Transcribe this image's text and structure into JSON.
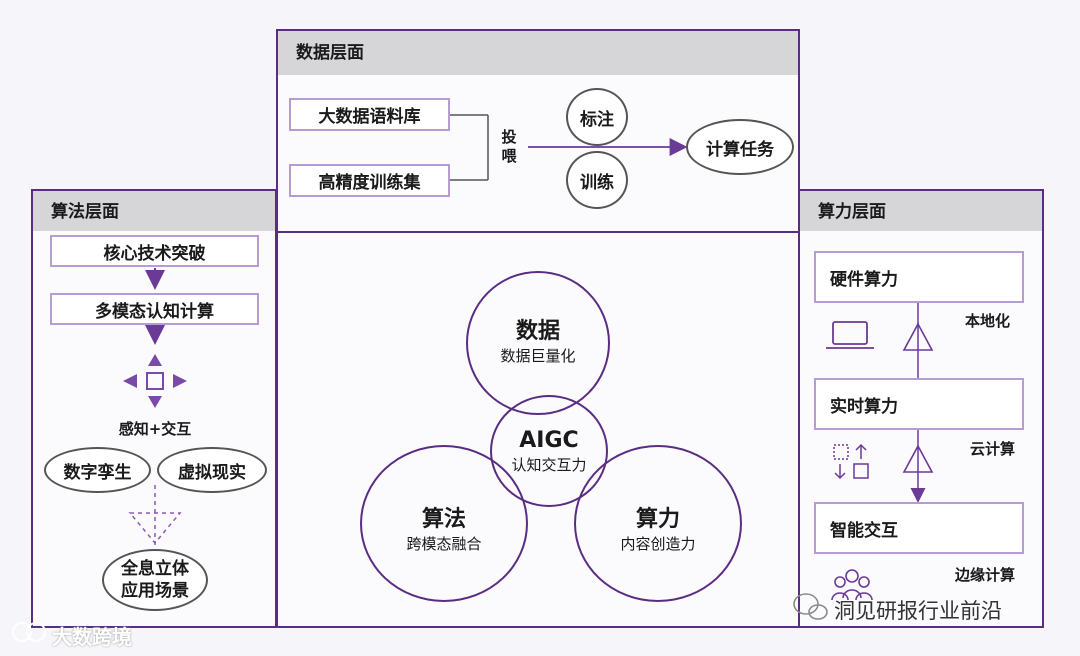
{
  "data_layer": {
    "title": "数据层面",
    "corpus": "大数据语料库",
    "trainset": "高精度训练集",
    "feed": "投喂",
    "label": "标注",
    "train": "训练",
    "task": "计算任务"
  },
  "algo_layer": {
    "title": "算法层面",
    "core": "核心技术突破",
    "multimodal": "多模态认知计算",
    "perception": "感知+交互",
    "twin": "数字孪生",
    "virtual": "虚拟现实",
    "scene_line1": "全息立体",
    "scene_line2": "应用场景"
  },
  "compute_layer": {
    "title": "算力层面",
    "hardware": "硬件算力",
    "local": "本地化",
    "realtime": "实时算力",
    "cloud": "云计算",
    "smart": "智能交互",
    "edge": "边缘计算"
  },
  "venn": {
    "data_title": "数据",
    "data_sub": "数据巨量化",
    "center_title": "AIGC",
    "center_sub": "认知交互力",
    "algo_title": "算法",
    "algo_sub": "跨模态融合",
    "compute_title": "算力",
    "compute_sub": "内容创造力"
  },
  "watermarks": {
    "bottom_left": "大数跨境",
    "bottom_right": "洞见研报行业前沿"
  },
  "colors": {
    "accent": "#5a2d82",
    "box_border": "#b79bd3",
    "header_bg": "#d6d6d9"
  }
}
